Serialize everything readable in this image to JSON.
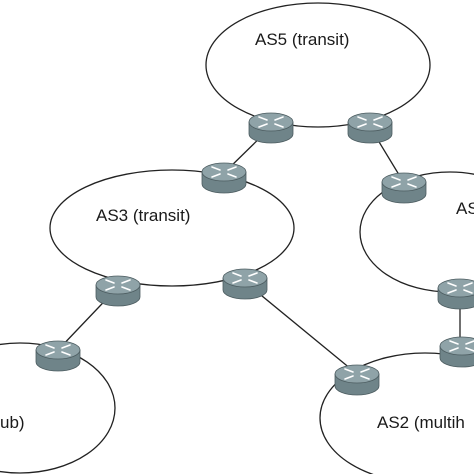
{
  "diagram": {
    "autonomous_systems": [
      {
        "id": "as5",
        "label": "AS5 (transit)"
      },
      {
        "id": "as3",
        "label": "AS3 (transit)"
      },
      {
        "id": "as4",
        "label": "AS"
      },
      {
        "id": "as1",
        "label": "ub)"
      },
      {
        "id": "as2",
        "label": "AS2 (multih"
      }
    ],
    "routers": [
      {
        "id": "r5a",
        "icon": "router-icon"
      },
      {
        "id": "r5b",
        "icon": "router-icon"
      },
      {
        "id": "r3a",
        "icon": "router-icon"
      },
      {
        "id": "r3b",
        "icon": "router-icon"
      },
      {
        "id": "r3c",
        "icon": "router-icon"
      },
      {
        "id": "r4a",
        "icon": "router-icon"
      },
      {
        "id": "r4b",
        "icon": "router-icon"
      },
      {
        "id": "r1a",
        "icon": "router-icon"
      },
      {
        "id": "r2a",
        "icon": "router-icon"
      },
      {
        "id": "r2b",
        "icon": "router-icon"
      }
    ],
    "links": [
      [
        "r5a",
        "r3a"
      ],
      [
        "r5b",
        "r4a"
      ],
      [
        "r3b",
        "r1a"
      ],
      [
        "r3c",
        "r2a"
      ],
      [
        "r4b",
        "r2b"
      ]
    ],
    "colors": {
      "router_top": "#8fa3a8",
      "router_side": "#6f8489",
      "router_arrow": "#ffffff",
      "cloud_stroke": "#222222",
      "link": "#222222"
    }
  }
}
